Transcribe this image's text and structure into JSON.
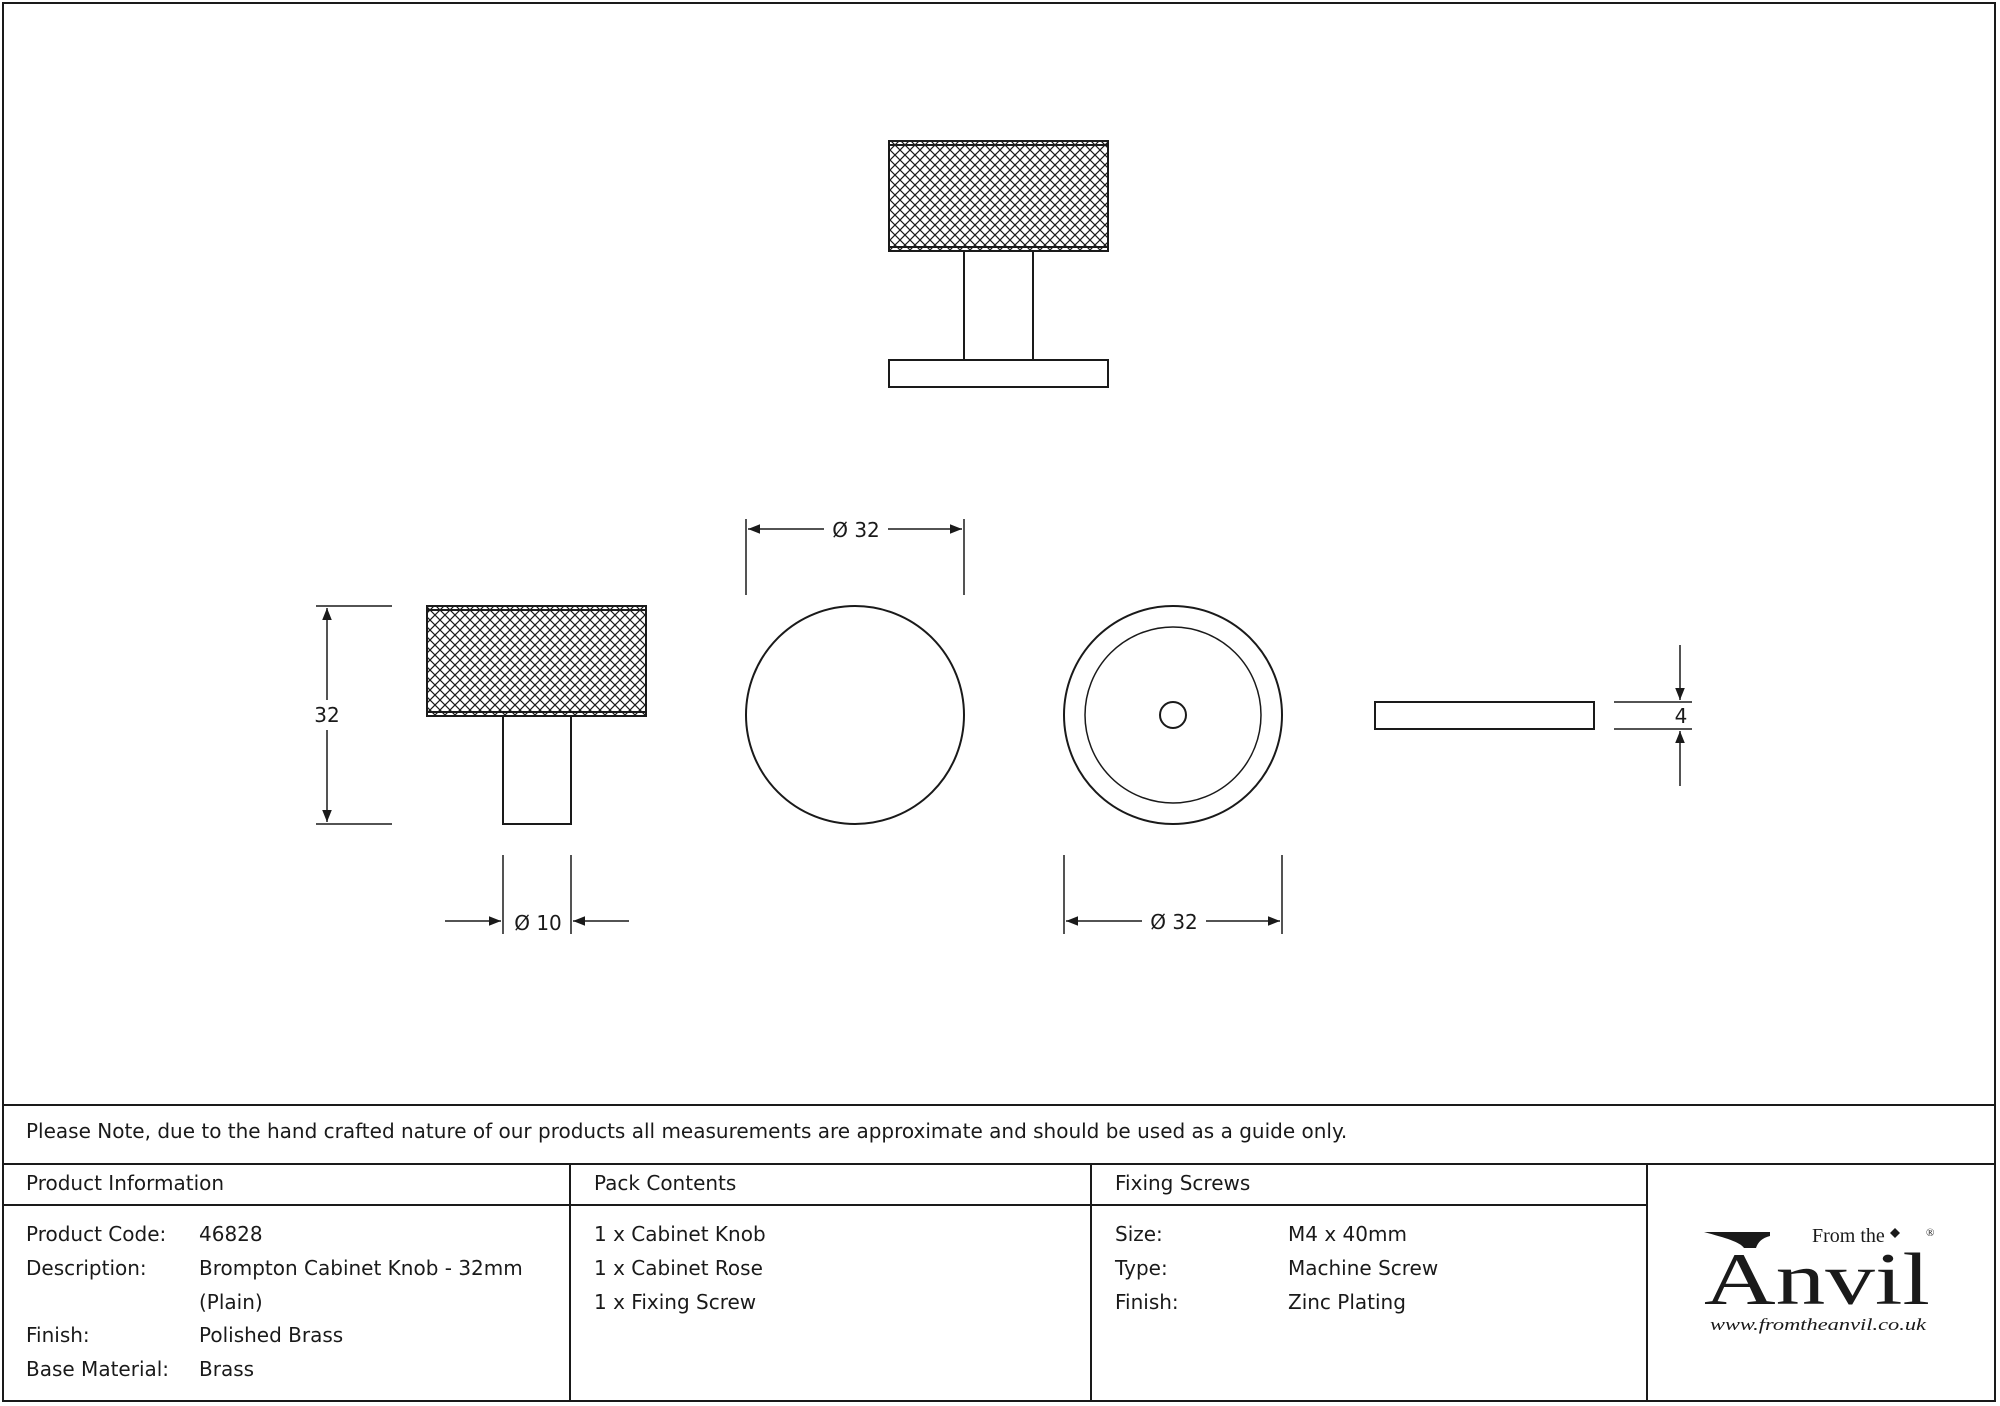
{
  "dimensions": {
    "top_diameter": "Ø 32",
    "side_height": "32",
    "stem_diameter": "Ø 10",
    "rose_diameter": "Ø 32",
    "rose_thickness": "4"
  },
  "note": "Please Note, due to the hand crafted nature of our products all measurements are approximate and should be used as a guide only.",
  "product_info": {
    "heading": "Product Information",
    "rows": [
      {
        "label": "Product Code:",
        "value": "46828"
      },
      {
        "label": "Description:",
        "value": "Brompton Cabinet Knob - 32mm"
      },
      {
        "label": "",
        "value": "(Plain)"
      },
      {
        "label": "Finish:",
        "value": "Polished Brass"
      },
      {
        "label": "Base Material:",
        "value": "Brass"
      }
    ]
  },
  "pack_contents": {
    "heading": "Pack Contents",
    "items": [
      "1 x Cabinet Knob",
      "1 x Cabinet Rose",
      "1 x Fixing Screw"
    ]
  },
  "fixing_screws": {
    "heading": "Fixing Screws",
    "rows": [
      {
        "label": "Size:",
        "value": "M4 x 40mm"
      },
      {
        "label": "Type:",
        "value": "Machine Screw"
      },
      {
        "label": "Finish:",
        "value": "Zinc Plating"
      }
    ]
  },
  "logo": {
    "from_the": "From the",
    "anvil": "Anvil",
    "registered": "®",
    "url": "www.fromtheanvil.co.uk"
  }
}
